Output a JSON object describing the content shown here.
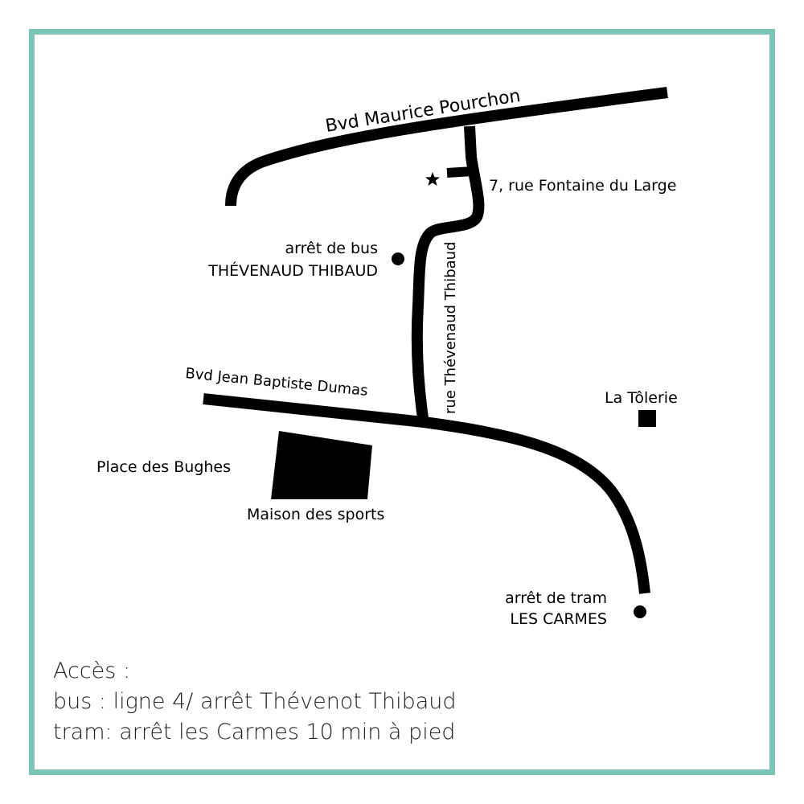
{
  "colors": {
    "frame": "#7cc4b8",
    "ink": "#000000",
    "background": "#ffffff"
  },
  "streets": {
    "bvd_maurice_pourchon": "Bvd Maurice Pourchon",
    "rue_fontaine": "7, rue Fontaine du Large",
    "rue_thevenaud_thibaud": "rue Thévenaud Thibaud",
    "bvd_jean_baptiste_dumas": "Bvd Jean Baptiste Dumas"
  },
  "places": {
    "bus_stop_line1": "arrêt de bus",
    "bus_stop_line2": "THÉVENAUD THIBAUD",
    "la_tolerie": "La Tôlerie",
    "place_des_bughes": "Place des Bughes",
    "maison_des_sports": "Maison des sports",
    "tram_stop_line1": "arrêt de tram",
    "tram_stop_line2": "LES CARMES"
  },
  "icons": {
    "destination": "star-icon",
    "bus_stop": "circle-marker-icon",
    "tram_stop": "circle-marker-icon",
    "la_tolerie": "square-marker-icon",
    "maison_des_sports": "building-block-icon"
  },
  "access": {
    "title": "Accès :",
    "bus": "bus : ligne 4/ arrêt Thévenot Thibaud",
    "tram": "tram: arrêt les Carmes 10 min à pied"
  }
}
